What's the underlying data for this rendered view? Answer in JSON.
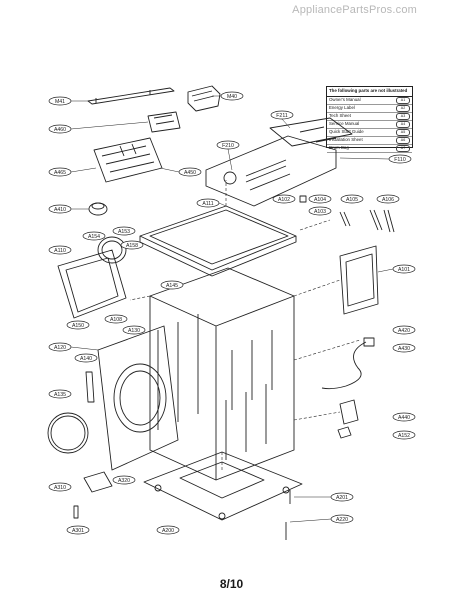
{
  "watermark": "AppliancePartsPros.com",
  "page_number": "8/10",
  "legend": {
    "title": "The following parts are not illustrated",
    "rows": [
      {
        "text": "Owner's Manual",
        "code": "A1"
      },
      {
        "text": "Energy Label",
        "code": "A2"
      },
      {
        "text": "Tech Sheet",
        "code": "A3"
      },
      {
        "text": "Service Manual",
        "code": "A4"
      },
      {
        "text": "Quick Start Guide",
        "code": "A5"
      },
      {
        "text": "Installation Sheet",
        "code": "A6"
      },
      {
        "text": "Drum Bag",
        "code": "A7"
      }
    ]
  },
  "callouts": [
    {
      "id": "c1",
      "text": "M41"
    },
    {
      "id": "c2",
      "text": "M40"
    },
    {
      "id": "c3",
      "text": "A460"
    },
    {
      "id": "c4",
      "text": "F211"
    },
    {
      "id": "c5",
      "text": "A465"
    },
    {
      "id": "c6",
      "text": "A450"
    },
    {
      "id": "c7",
      "text": "F210"
    },
    {
      "id": "c8",
      "text": "F110"
    },
    {
      "id": "c9",
      "text": "A410"
    },
    {
      "id": "c10",
      "text": "A111"
    },
    {
      "id": "c11",
      "text": "A102"
    },
    {
      "id": "c12",
      "text": "A104"
    },
    {
      "id": "c13",
      "text": "A105"
    },
    {
      "id": "c14",
      "text": "A106"
    },
    {
      "id": "c15",
      "text": "A103"
    },
    {
      "id": "c16",
      "text": "A154"
    },
    {
      "id": "c17",
      "text": "A153"
    },
    {
      "id": "c18",
      "text": "A158"
    },
    {
      "id": "c19",
      "text": "A110"
    },
    {
      "id": "c20",
      "text": "A101"
    },
    {
      "id": "c21",
      "text": "A150"
    },
    {
      "id": "c22",
      "text": "A145"
    },
    {
      "id": "c23",
      "text": "A108"
    },
    {
      "id": "c24",
      "text": "A130"
    },
    {
      "id": "c25",
      "text": "A120"
    },
    {
      "id": "c26",
      "text": "A140"
    },
    {
      "id": "c27",
      "text": "A135"
    },
    {
      "id": "c28",
      "text": "A430"
    },
    {
      "id": "c29",
      "text": "A420"
    },
    {
      "id": "c30",
      "text": "A440"
    },
    {
      "id": "c31",
      "text": "A152"
    },
    {
      "id": "c32",
      "text": "A310"
    },
    {
      "id": "c33",
      "text": "A320"
    },
    {
      "id": "c34",
      "text": "A301"
    },
    {
      "id": "c35",
      "text": "A201"
    },
    {
      "id": "c36",
      "text": "A200"
    },
    {
      "id": "c37",
      "text": "A220"
    }
  ]
}
